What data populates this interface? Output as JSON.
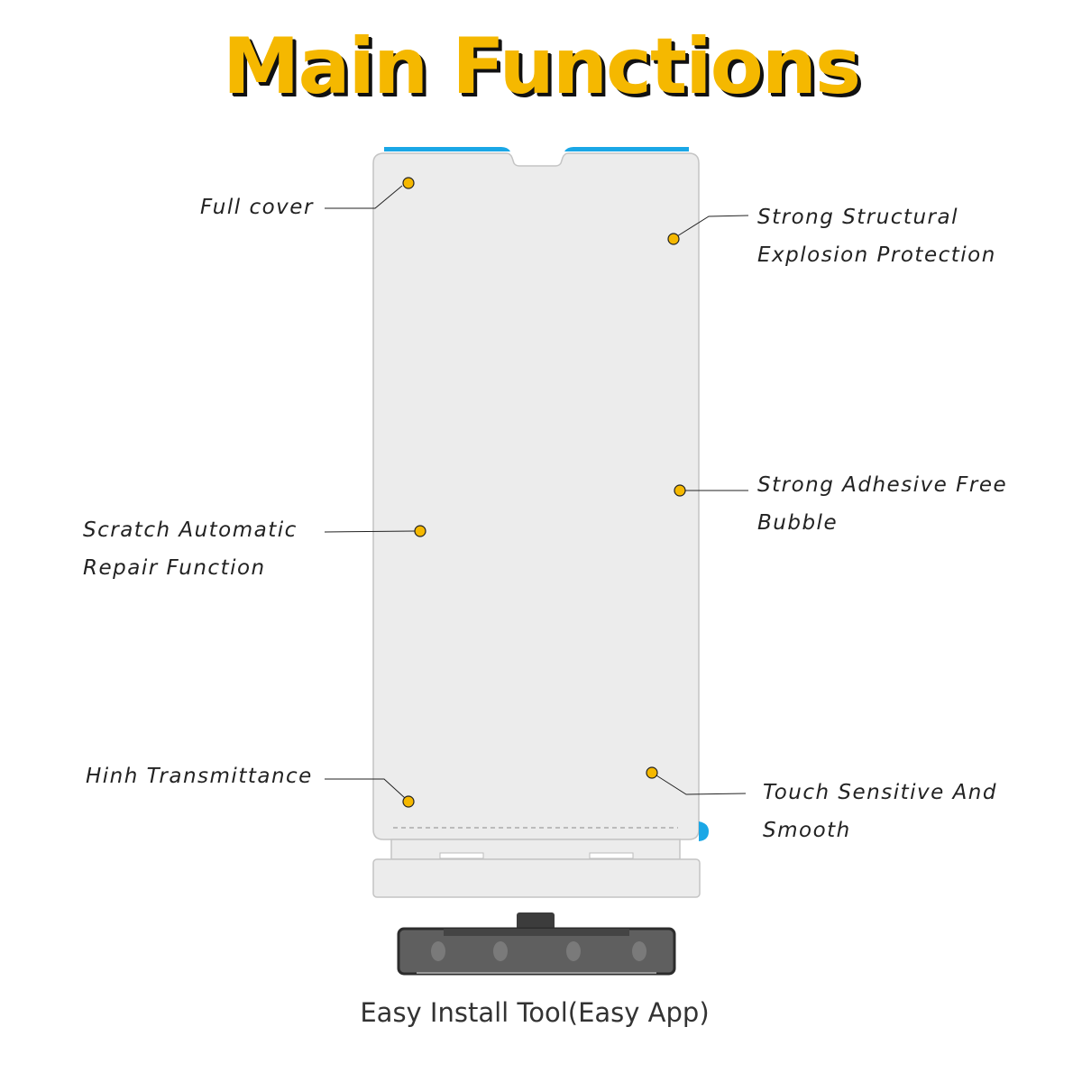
{
  "title": "Main Functions",
  "colors": {
    "title": "#f5b800",
    "accent_blue": "#1aa7e6",
    "marker": "#f5b800",
    "film": "#ececec",
    "tool": "#5f5f5f"
  },
  "features": {
    "full_cover": "Full cover",
    "structural": {
      "line1": "Strong Structural",
      "line2": "Explosion Protection"
    },
    "adhesive": {
      "line1": "Strong Adhesive Free",
      "line2": "Bubble"
    },
    "scratch": {
      "line1": "Scratch Automatic",
      "line2": "Repair Function"
    },
    "transmittance": "Hinh Transmittance",
    "touch": {
      "line1": "Touch Sensitive And",
      "line2": "Smooth"
    }
  },
  "caption": "Easy Install Tool(Easy App)"
}
